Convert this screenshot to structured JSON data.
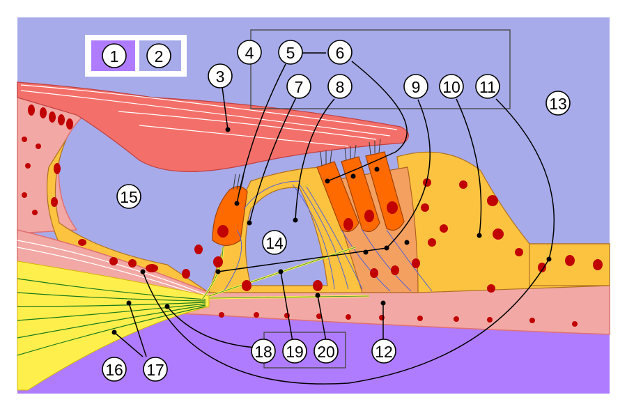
{
  "labels": [
    "1",
    "2",
    "3",
    "4",
    "5",
    "6",
    "7",
    "8",
    "9",
    "10",
    "11",
    "12",
    "13",
    "14",
    "15",
    "16",
    "17",
    "18",
    "19",
    "20"
  ],
  "legend": [
    {
      "label": "1",
      "color": "#b07cff"
    },
    {
      "label": "2",
      "color": "#a7abea"
    }
  ],
  "colors": {
    "endolymph": "#a7abea",
    "perilymph": "#b07cff",
    "tectorial_membrane": "#f3706a",
    "supporting_cells": "#fcc340",
    "hair_cells": "#ff6a00",
    "nerve_fibers": "#ffef4d",
    "basilar_membrane": "#f2a8a4",
    "nuclei": "#c10000",
    "nerve_lines": "#5561d6"
  }
}
